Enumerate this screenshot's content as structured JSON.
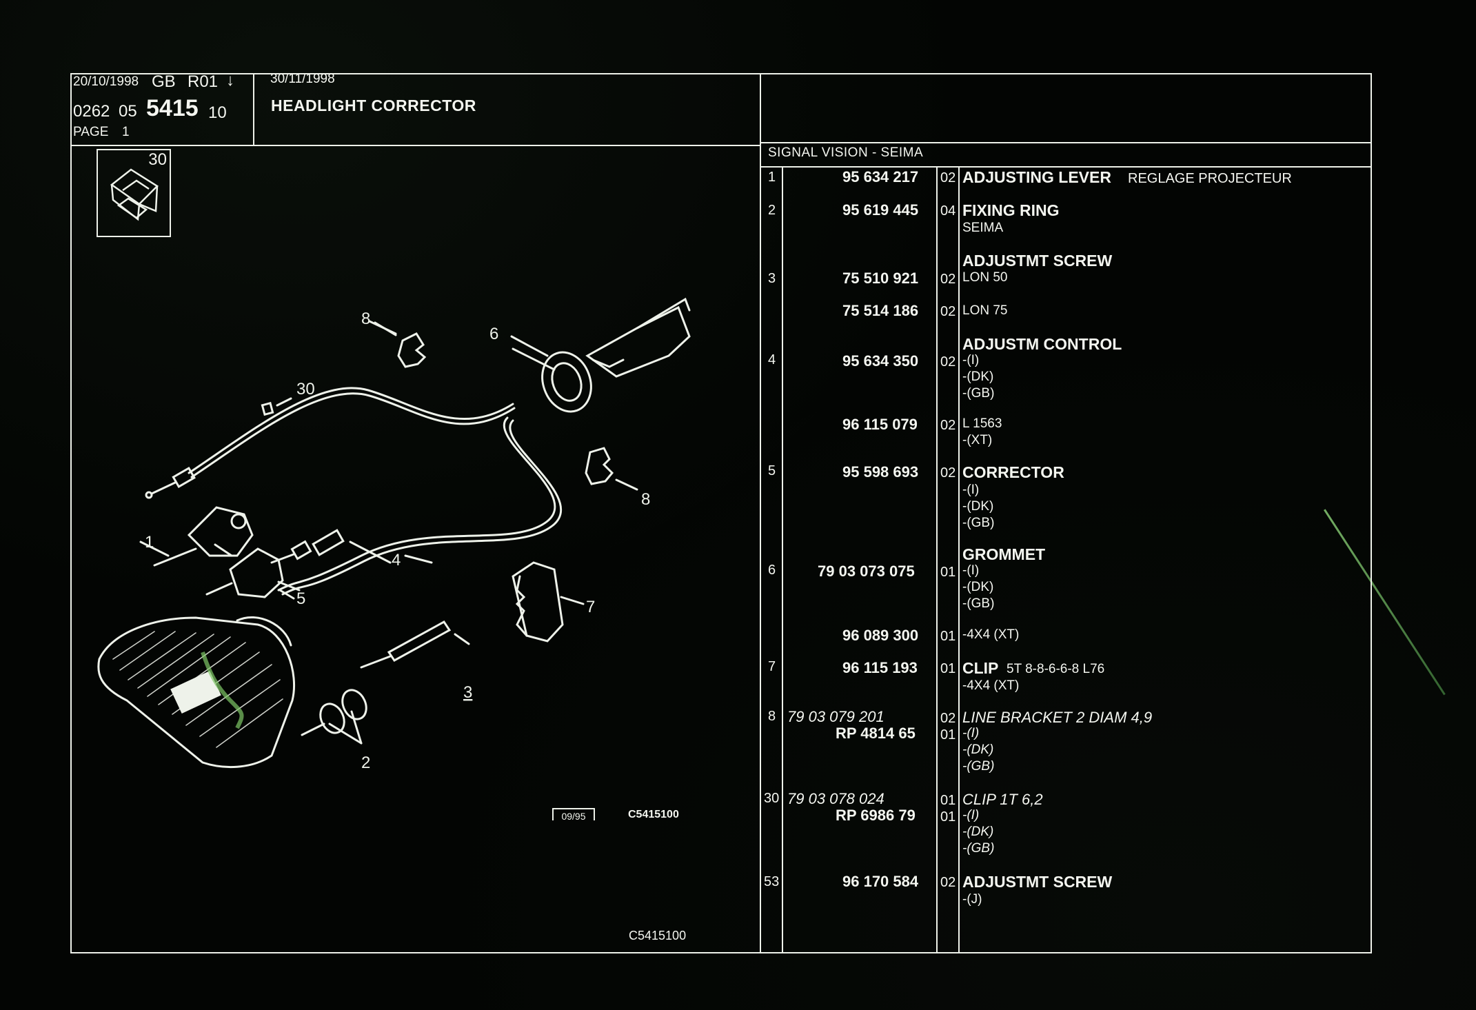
{
  "header": {
    "date_left": "20/10/1998",
    "country": "GB",
    "revision": "R01",
    "arrow": "↓",
    "code_prefix_1": "0262",
    "code_prefix_2": "05",
    "code_main": "5415",
    "code_suffix": "10",
    "page_label": "PAGE",
    "page_number": "1",
    "date_right": "30/11/1998",
    "title": "HEADLIGHT CORRECTOR"
  },
  "supplier": "SIGNAL VISION  -  SEIMA",
  "thumbnail": {
    "label": "30"
  },
  "drawing": {
    "callouts": [
      "1",
      "2",
      "3",
      "4",
      "5",
      "6",
      "7",
      "8",
      "8",
      "30"
    ],
    "stamp": "09/95",
    "ref_small": "C5415100",
    "ref_bottom": "C5415100"
  },
  "parts": [
    {
      "item": "1",
      "ref": "95 634 217",
      "qty": "02",
      "name": "ADJUSTING LEVER",
      "suffix": "REGLAGE PROJECTEUR",
      "lines": []
    },
    {
      "item": "2",
      "ref": "95 619 445",
      "qty": "04",
      "name": "FIXING RING",
      "suffix": "",
      "lines": [
        "SEIMA"
      ]
    },
    {
      "item": "",
      "ref": "",
      "qty": "",
      "name": "ADJUSTMT SCREW",
      "suffix": "",
      "lines": []
    },
    {
      "item": "3",
      "ref": "75 510 921",
      "qty": "02",
      "name": "",
      "suffix": "",
      "lines": [
        "LON 50"
      ]
    },
    {
      "item": "",
      "ref": "75 514 186",
      "qty": "02",
      "name": "",
      "suffix": "",
      "lines": [
        "LON 75"
      ]
    },
    {
      "item": "",
      "ref": "",
      "qty": "",
      "name": "ADJUSTM CONTROL",
      "suffix": "",
      "lines": []
    },
    {
      "item": "4",
      "ref": "95 634 350",
      "qty": "02",
      "name": "",
      "suffix": "",
      "lines": [
        "-(I)",
        "-(DK)",
        "-(GB)"
      ]
    },
    {
      "item": "",
      "ref": "96 115 079",
      "qty": "02",
      "name": "",
      "suffix": "",
      "lines": [
        "L 1563",
        "-(XT)"
      ]
    },
    {
      "item": "5",
      "ref": "95 598 693",
      "qty": "02",
      "name": "CORRECTOR",
      "suffix": "",
      "lines": [
        "-(I)",
        "-(DK)",
        "-(GB)"
      ]
    },
    {
      "item": "",
      "ref": "",
      "qty": "",
      "name": "GROMMET",
      "suffix": "",
      "lines": []
    },
    {
      "item": "6",
      "ref": "79 03 073 075",
      "qty": "01",
      "name": "",
      "suffix": "",
      "lines": [
        "-(I)",
        "-(DK)",
        "-(GB)"
      ]
    },
    {
      "item": "",
      "ref": "96 089 300",
      "qty": "01",
      "name": "",
      "suffix": "",
      "lines": [
        "-4X4 (XT)"
      ]
    },
    {
      "item": "7",
      "ref": "96 115 193",
      "qty": "01",
      "name": "CLIP",
      "suffix": "5T 8-8-6-6-8 L76",
      "lines": [
        "-4X4 (XT)"
      ]
    },
    {
      "item": "8",
      "ref": "79 03 079 201",
      "qty": "02",
      "name": "LINE BRACKET 2 DIAM 4,9",
      "suffix": "",
      "lines": []
    },
    {
      "item": "",
      "ref": "RP  4814 65",
      "qty": "01",
      "name": "",
      "suffix": "",
      "lines": [
        "-(I)",
        "-(DK)",
        "-(GB)"
      ]
    },
    {
      "item": "30",
      "ref": "79 03 078 024",
      "qty": "01",
      "name": "CLIP 1T 6,2",
      "suffix": "",
      "lines": []
    },
    {
      "item": "",
      "ref": "RP  6986 79",
      "qty": "01",
      "name": "",
      "suffix": "",
      "lines": [
        "-(I)",
        "-(DK)",
        "-(GB)"
      ]
    },
    {
      "item": "53",
      "ref": "96 170 584",
      "qty": "02",
      "name": "ADJUSTMT SCREW",
      "suffix": "",
      "lines": [
        "-(J)"
      ]
    }
  ],
  "colors": {
    "background": "#030503",
    "ink": "#f4f6f0",
    "stain": "#7fc766"
  }
}
